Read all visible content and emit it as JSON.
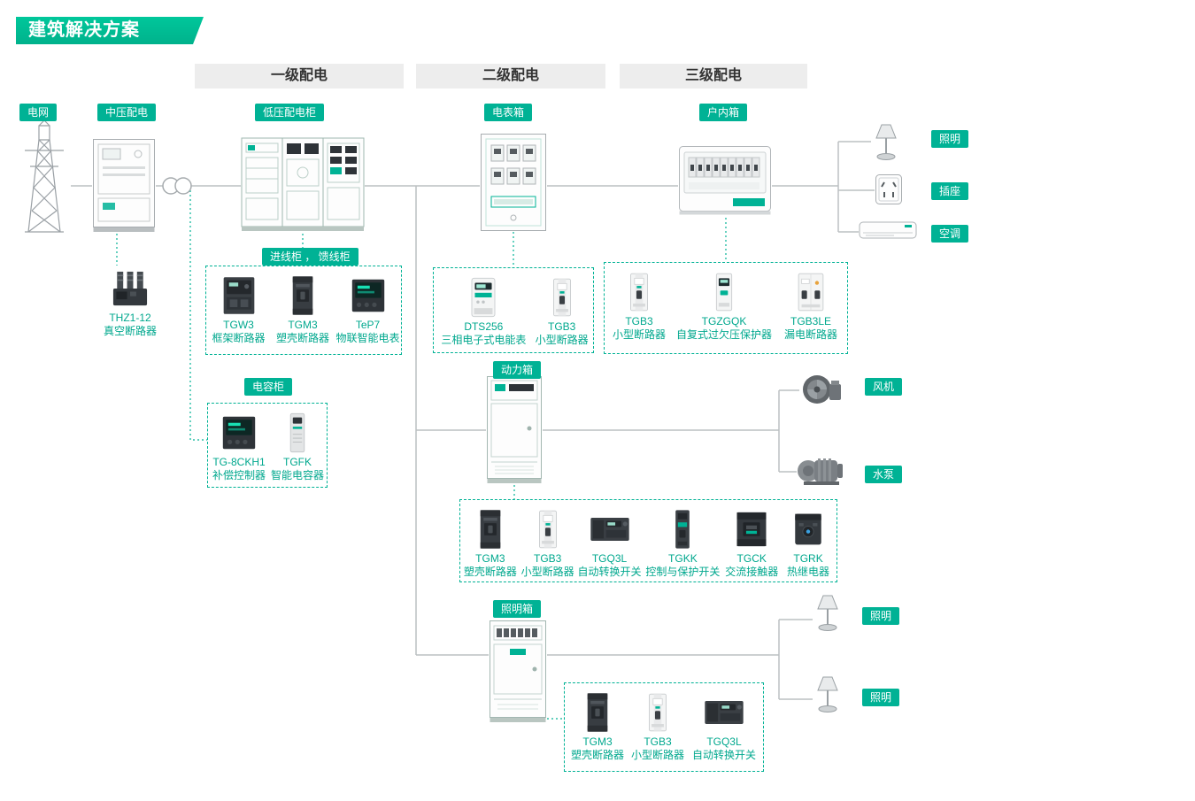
{
  "title": "建筑解决方案",
  "sections": {
    "primary": "一级配电",
    "secondary": "二级配电",
    "tertiary": "三级配电"
  },
  "badges": {
    "grid": "电网",
    "mv": "中压配电",
    "lv_cabinet": "低压配电柜",
    "meter_box": "电表箱",
    "indoor_box": "户内箱",
    "incoming_feeder": "进线柜 ， 馈线柜",
    "capacitor_cabinet": "电容柜",
    "power_box": "动力箱",
    "lighting_box": "照明箱",
    "lighting_a": "照明",
    "socket": "插座",
    "air_conditioner": "空调",
    "fan": "风机",
    "pump": "水泵",
    "lighting_b": "照明",
    "lighting_c": "照明"
  },
  "products": {
    "vacuum_breaker": {
      "name": "THZ1-12",
      "desc": "真空断路器"
    }
  },
  "groups": {
    "incoming_feeder": {
      "items": [
        {
          "name": "TGW3",
          "desc": "框架断路器"
        },
        {
          "name": "TGM3",
          "desc": "塑壳断路器"
        },
        {
          "name": "TeP7",
          "desc": "物联智能电表"
        }
      ]
    },
    "capacitor": {
      "items": [
        {
          "name": "TG-8CKH1",
          "desc": "补偿控制器"
        },
        {
          "name": "TGFK",
          "desc": "智能电容器"
        }
      ]
    },
    "meter": {
      "items": [
        {
          "name": "DTS256",
          "desc": "三相电子式电能表"
        },
        {
          "name": "TGB3",
          "desc": "小型断路器"
        }
      ]
    },
    "indoor": {
      "items": [
        {
          "name": "TGB3",
          "desc": "小型断路器"
        },
        {
          "name": "TGZGQK",
          "desc": "自复式过欠压保护器"
        },
        {
          "name": "TGB3LE",
          "desc": "漏电断路器"
        }
      ]
    },
    "power": {
      "items": [
        {
          "name": "TGM3",
          "desc": "塑壳断路器"
        },
        {
          "name": "TGB3",
          "desc": "小型断路器"
        },
        {
          "name": "TGQ3L",
          "desc": "自动转换开关"
        },
        {
          "name": "TGKK",
          "desc": "控制与保护开关"
        },
        {
          "name": "TGCK",
          "desc": "交流接触器"
        },
        {
          "name": "TGRK",
          "desc": "热继电器"
        }
      ]
    },
    "lighting": {
      "items": [
        {
          "name": "TGM3",
          "desc": "塑壳断路器"
        },
        {
          "name": "TGB3",
          "desc": "小型断路器"
        },
        {
          "name": "TGQ3L",
          "desc": "自动转换开关"
        }
      ]
    }
  },
  "colors": {
    "accent": "#00b295",
    "ribbon_green": "#00bf92",
    "product_text": "#00a88e",
    "header_bg": "#ededed",
    "header_text": "#333333",
    "line_gray": "#bcc0c2"
  }
}
